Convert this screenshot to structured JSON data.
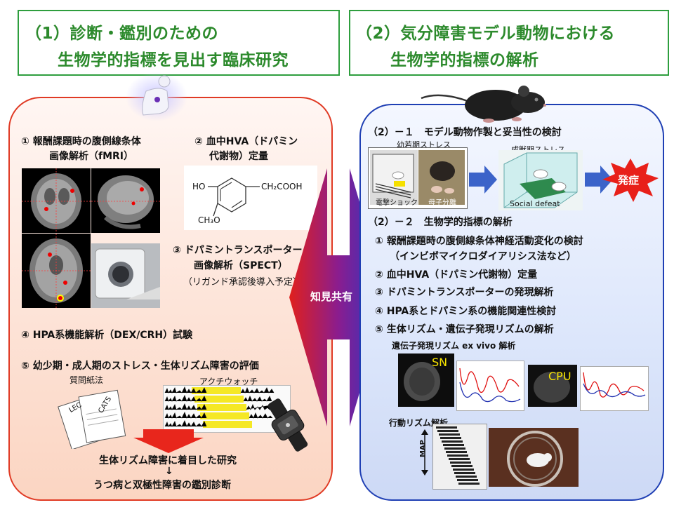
{
  "left_title": {
    "line1": "（1）診断・鑑別のための",
    "line2": "生物学的指標を見出す臨床研究"
  },
  "right_title": {
    "line1": "（2）気分障害モデル動物における",
    "line2": "生物学的指標の解析"
  },
  "left_panel": {
    "item1_line1": "① 報酬課題時の腹側線条体",
    "item1_line2": "画像解析（fMRI）",
    "item2_line1": "② 血中HVA（ドパミン",
    "item2_line2": "代謝物）定量",
    "chem_ho": "HO",
    "chem_chain": "CH₂COOH",
    "chem_och3": "CH₃O",
    "item3_line1": "③ ドパミントランスポーター",
    "item3_line2": "画像解析（SPECT）",
    "item3_line3": "（リガンド承認後導入予定）",
    "item4": "④ HPA系機能解析（DEX/CRH）試験",
    "item5": "⑤ 幼少期・成人期のストレス・生体リズム障害の評価",
    "questionnaire_label": "質問紙法",
    "doc_label_lec": "LEC",
    "doc_label_cats": "CATS",
    "actiwatch_label": "アクチウォッチ",
    "result_line1": "生体リズム障害に着目した研究",
    "result_arrow": "↓",
    "result_line2": "うつ病と双極性障害の鑑別診断"
  },
  "center_label": "知見共有",
  "right_panel": {
    "sec21_title": "（2）－１　モデル動物作製と妥当性の検討",
    "young_stress_label": "幼若期ストレス",
    "adult_stress_label": "成獣期ストレス",
    "shock_label": "電撃ショック",
    "separation_label": "母子分離",
    "social_defeat_label": "Social defeat",
    "onset_label": "発症",
    "sec22_title": "（2）－２　生物学的指標の解析",
    "item1_line1": "① 報酬課題時の腹側線条体神経活動変化の検討",
    "item1_line2": "（インビボマイクロダイアリシス法など）",
    "item2": "② 血中HVA（ドパミン代謝物）定量",
    "item3": "③ ドパミントランスポーターの発現解析",
    "item4": "④ HPA系とドパミン系の機能関連性検討",
    "item5": "⑤ 生体リズム・遺伝子発現リズムの解析",
    "gene_rhythm_label": "遺伝子発現リズム  ex vivo  解析",
    "sn_label": "SN",
    "cpu_label": "CPU",
    "behavior_label": "行動リズム解析",
    "map_label": "MAP"
  },
  "colors": {
    "title_green": "#2c8a2c",
    "left_border": "#e03a24",
    "right_border": "#1f3fb4",
    "onset_red": "#e8201a",
    "arrow_blue": "#3b63c9"
  }
}
